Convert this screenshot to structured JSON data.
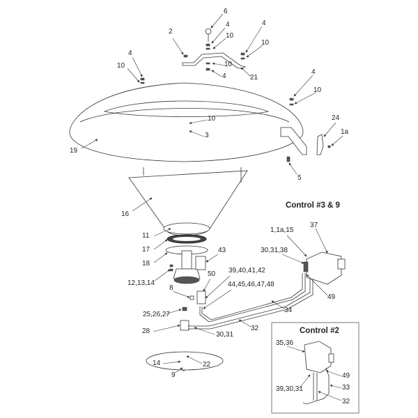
{
  "titles": {
    "control_3_9": "Control #3 & 9",
    "control_2": "Control #2"
  },
  "callouts": [
    {
      "id": "c6",
      "text": "6"
    },
    {
      "id": "c4a",
      "text": "4"
    },
    {
      "id": "c10a",
      "text": "10"
    },
    {
      "id": "c2",
      "text": "2"
    },
    {
      "id": "c4b",
      "text": "4"
    },
    {
      "id": "c10b",
      "text": "10"
    },
    {
      "id": "c10c",
      "text": "10"
    },
    {
      "id": "c4c",
      "text": "4"
    },
    {
      "id": "c21",
      "text": "21"
    },
    {
      "id": "c4d",
      "text": "4"
    },
    {
      "id": "c10d",
      "text": "10"
    },
    {
      "id": "c4e",
      "text": "4"
    },
    {
      "id": "c10e",
      "text": "10"
    },
    {
      "id": "c10f",
      "text": "10"
    },
    {
      "id": "c3",
      "text": "3"
    },
    {
      "id": "c24",
      "text": "24"
    },
    {
      "id": "c1a",
      "text": "1a"
    },
    {
      "id": "c19",
      "text": "19"
    },
    {
      "id": "c5",
      "text": "5"
    },
    {
      "id": "c16",
      "text": "16"
    },
    {
      "id": "c37",
      "text": "37"
    },
    {
      "id": "c1115",
      "text": "1,1a,15"
    },
    {
      "id": "c303138",
      "text": "30,31,38"
    },
    {
      "id": "c11",
      "text": "11"
    },
    {
      "id": "c17",
      "text": "17"
    },
    {
      "id": "c18",
      "text": "18"
    },
    {
      "id": "c43",
      "text": "43"
    },
    {
      "id": "c50",
      "text": "50"
    },
    {
      "id": "c39",
      "text": "39,40,41,42"
    },
    {
      "id": "c44",
      "text": "44,45,46,47,48"
    },
    {
      "id": "c121314",
      "text": "12,13,14"
    },
    {
      "id": "c8",
      "text": "8"
    },
    {
      "id": "c49a",
      "text": "49"
    },
    {
      "id": "c34",
      "text": "34"
    },
    {
      "id": "c252627",
      "text": "25,26,27"
    },
    {
      "id": "c32a",
      "text": "32"
    },
    {
      "id": "c28",
      "text": "28"
    },
    {
      "id": "c3031",
      "text": "30,31"
    },
    {
      "id": "c3536",
      "text": "35,36"
    },
    {
      "id": "c49b",
      "text": "49"
    },
    {
      "id": "c33",
      "text": "33"
    },
    {
      "id": "c393031",
      "text": "39,30,31"
    },
    {
      "id": "c32b",
      "text": "32"
    },
    {
      "id": "c14",
      "text": "14"
    },
    {
      "id": "c22",
      "text": "22"
    },
    {
      "id": "c9",
      "text": "9"
    }
  ]
}
